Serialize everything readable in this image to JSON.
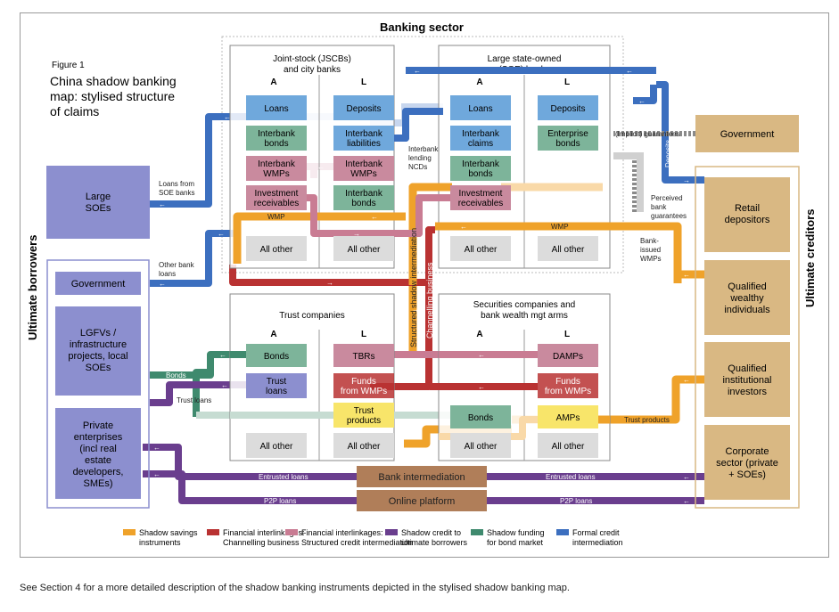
{
  "figure": {
    "number": "Figure 1",
    "title_lines": [
      "China shadow banking",
      "map: stylised structure",
      "of claims"
    ]
  },
  "banking_sector": {
    "label": "Banking sector",
    "jscb": {
      "title_lines": [
        "Joint-stock (JSCBs)",
        "and city banks"
      ],
      "col_a": "A",
      "col_l": "L",
      "assets": [
        "Loans",
        "Interbank bonds",
        "Interbank WMPs",
        "Investment receivables",
        "All other"
      ],
      "liabilities": [
        "Deposits",
        "Interbank liabilities",
        "Interbank WMPs",
        "Interbank bonds",
        "All other"
      ]
    },
    "soe": {
      "title_lines": [
        "Large state-owned",
        "(SOE) banks"
      ],
      "col_a": "A",
      "col_l": "L",
      "assets": [
        "Loans",
        "Interbank claims",
        "Interbank bonds",
        "Investment receivables",
        "All other"
      ],
      "liabilities": [
        "Deposits",
        "Enterprise bonds",
        "All other"
      ]
    }
  },
  "trust": {
    "title": "Trust companies",
    "col_a": "A",
    "col_l": "L",
    "assets": [
      "Bonds",
      "Trust loans",
      "All other"
    ],
    "liabilities": [
      "TBRs",
      "Funds from WMPs",
      "Trust products",
      "All other"
    ]
  },
  "securities": {
    "title_lines": [
      "Securities companies and",
      "bank wealth mgt arms"
    ],
    "col_a": "A",
    "col_l": "L",
    "assets": [
      "Bonds",
      "All other"
    ],
    "liabilities": [
      "DAMPs",
      "Funds from WMPs",
      "AMPs",
      "All other"
    ]
  },
  "borrowers": {
    "label": "Ultimate borrowers",
    "large_soes": "Large SOEs",
    "government": "Government",
    "lgfv": "LGFVs / infrastructure projects, local SOEs",
    "private": "Private enterprises (incl real estate developers, SMEs)"
  },
  "creditors": {
    "label": "Ultimate creditors",
    "government": "Government",
    "retail": "Retail depositors",
    "qualified_wealthy": "Qualified wealthy individuals",
    "qualified_institutional": "Qualified institutional investors",
    "corporate": "Corporate sector (private + SOEs)"
  },
  "middle": {
    "bank_intermediation": "Bank intermediation",
    "online_platform": "Online platform"
  },
  "flows": {
    "loans_from_soe_banks": "Loans from SOE banks",
    "other_bank_loans": "Other bank loans",
    "wmp": "WMP",
    "wmp2": "WMP",
    "interbank_lending_ncds": "Interbank lending NCDs",
    "implicit_guarantees": "(Implicit) guarantees",
    "deposits": "Deposits",
    "perceived_guarantees": "Perceived bank guarantees",
    "bank_issued_wmps": "Bank-issued WMPs",
    "structured_shadow": "Structured shadow intermediation",
    "channelling_business": "Channelling business",
    "bonds": "Bonds",
    "trust_loans": "Trust loans",
    "trust_products": "Trust products",
    "entrusted_loans_left": "Entrusted loans",
    "entrusted_loans_right": "Entrusted loans",
    "p2p_left": "P2P loans",
    "p2p_right": "P2P loans"
  },
  "legend": [
    {
      "color": "#EFA22A",
      "lines": [
        "Shadow savings",
        "instruments"
      ]
    },
    {
      "color": "#B93232",
      "lines": [
        "Financial interlinkages:",
        "Channelling business"
      ]
    },
    {
      "color": "#C97C93",
      "lines": [
        "Financial interlinkages:",
        "Structured credit intermediation"
      ]
    },
    {
      "color": "#6A3E8E",
      "lines": [
        "Shadow credit to",
        "ultimate borrowers"
      ]
    },
    {
      "color": "#3F8A6E",
      "lines": [
        "Shadow funding",
        "for bond market"
      ]
    },
    {
      "color": "#3C6FBF",
      "lines": [
        "Formal credit",
        "intermediation"
      ]
    }
  ],
  "colors": {
    "blue_box": "#6FA8DC",
    "green_box": "#7DB49A",
    "pink_box": "#C98A9E",
    "gray_box": "#DCDCDC",
    "purple_box": "#8C8FCF",
    "tan_box": "#D9B883",
    "yellow_box": "#F8E56A",
    "brown_box": "#B07E59"
  },
  "caption": "See Section 4 for a more detailed description of the shadow banking instruments depicted in the stylised shadow banking map."
}
